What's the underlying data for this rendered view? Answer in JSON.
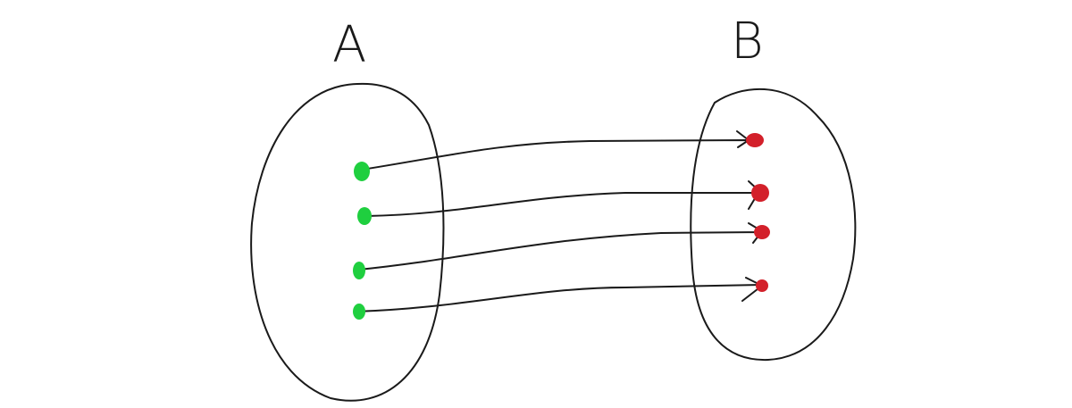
{
  "set_a": {
    "label": "A",
    "dot_color": "#1fcf3f",
    "dot_count": 4
  },
  "set_b": {
    "label": "B",
    "dot_color": "#d3202a",
    "dot_count": 4
  },
  "arrows": [
    {
      "from": 1,
      "to": 1
    },
    {
      "from": 2,
      "to": 2
    },
    {
      "from": 3,
      "to": 3
    },
    {
      "from": 4,
      "to": 4
    }
  ]
}
